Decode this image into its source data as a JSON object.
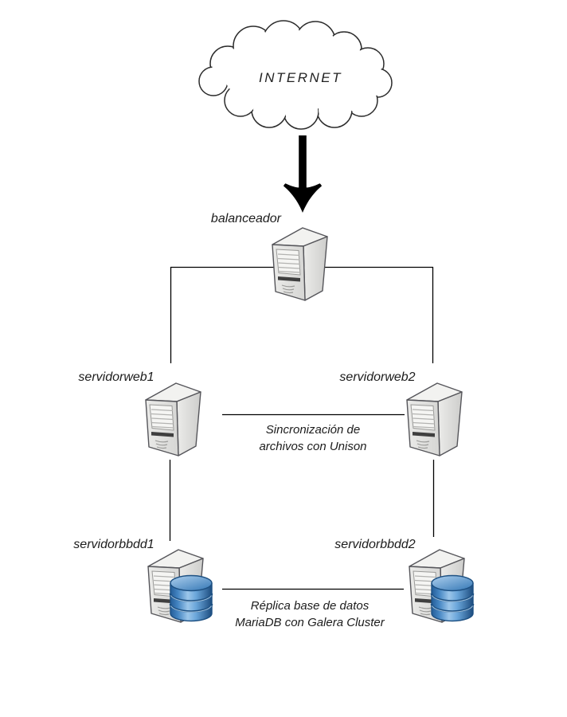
{
  "diagram": {
    "internet_label": "INTERNET",
    "nodes": {
      "balanceador": {
        "label": "balanceador"
      },
      "servidorweb1": {
        "label": "servidorweb1"
      },
      "servidorweb2": {
        "label": "servidorweb2"
      },
      "servidorbbdd1": {
        "label": "servidorbbdd1"
      },
      "servidorbbdd2": {
        "label": "servidorbbdd2"
      }
    },
    "annotations": {
      "sync": {
        "line1": "Sincronización de",
        "line2": "archivos con Unison"
      },
      "replica": {
        "line1": "Réplica base de datos",
        "line2": "MariaDB con Galera Cluster"
      }
    },
    "icons": {
      "cloud": "cloud-icon",
      "arrow": "down-arrow-icon",
      "server": "server-tower-icon",
      "database": "database-cylinder-icon"
    },
    "colors": {
      "line": "#000000",
      "cloud_stroke": "#2b2b2b",
      "server_body": "#e2e2e0",
      "server_panel": "#f5f5f3",
      "server_slot": "#3f3f3f",
      "db_dark_blue": "#1d5082",
      "db_mid_blue": "#3d85c8",
      "db_light_blue": "#a9cdec",
      "text": "#1c1c1c"
    }
  }
}
